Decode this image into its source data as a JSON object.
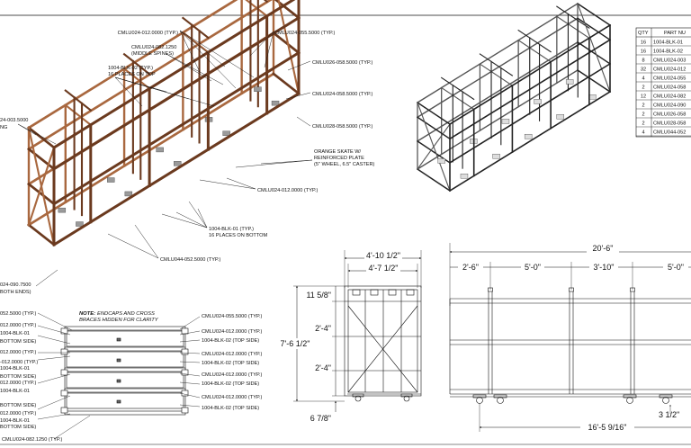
{
  "colors": {
    "frame": "#6b3a1f",
    "frame_light": "#a9683f",
    "skate": "#9a9a9a",
    "line": "#111111"
  },
  "iso_callouts": {
    "c1": "CMLU024-012.0000 (TYP.)",
    "c2": "CMLU024-055.5000 (TYP.)",
    "c3a": "CMLU024-082.1250",
    "c3b": "(MIDDLE SPINES)",
    "c4a": "1004-BLK-02 (TYP.)",
    "c4b": "16 PLACES ON TOP",
    "c5": "CMLU026-058.5000 (TYP.)",
    "c6": "CMLU024-058.5000 (TYP.)",
    "c7": "CMLU028-058.5000 (TYP.)",
    "c8a": "24-003.5000",
    "c8b": "NG",
    "c9a": "ORANGE SKATE W/",
    "c9b": "REINFORCED PLATE",
    "c9c": "(5\" WHEEL, 6.5\" CASTER)",
    "c10": "CMLU024-012.0000 (TYP.)",
    "c11a": "1004-BLK-01 (TYP.)",
    "c11b": "16 PLACES ON BOTTOM",
    "c12": "CMLU044-052.5000 (TYP.)",
    "c13a": "024-090.7500",
    "c13b": "BOTH ENDS)"
  },
  "top_view": {
    "note_label": "NOTE:",
    "note_line1": "ENDCAPS AND CROSS",
    "note_line2": "BRACES HIDDEN FOR CLARITY",
    "left": [
      "052.5000 (TYP.)",
      "012.0000 (TYP.)",
      "1004-BLK-01",
      "BOTTOM SIDE)",
      "012.0000 (TYP.)",
      "-012.0000 (TYP.)",
      "1004-BLK-01",
      "BOTTOM SIDE)",
      "012.0000 (TYP.)",
      "1004-BLK-01",
      "BOTTOM SIDE)",
      "012.0000 (TYP.)",
      "1004-BLK-01",
      "BOTTOM SIDE)",
      "CMLU024-082.1250 (TYP.)"
    ],
    "right": [
      "CMLU024-055.5000 (TYP.)",
      "CMLU024-012.0000 (TYP.)",
      "1004-BLK-02 (TOP SIDE)",
      "CMLU024-012.0000 (TYP.)",
      "1004-BLK-02 (TOP SIDE)",
      "CMLU024-012.0000 (TYP.)",
      "1004-BLK-02 (TOP SIDE)",
      "CMLU024-012.0000 (TYP.)",
      "1004-BLK-02 (TOP SIDE)"
    ]
  },
  "end_view": {
    "width_outer": "4'-10 1/2\"",
    "width_inner": "4'-7 1/2\"",
    "top_gap": "11 5/8\"",
    "height": "7'-6 1/2\"",
    "tier1": "2'-4\"",
    "tier2": "2'-4\"",
    "bottom_gap": "6 7/8\""
  },
  "side_view": {
    "overall": "20'-6\"",
    "seg1": "2'-6\"",
    "seg2": "5'-0\"",
    "seg3": "3'-10\"",
    "seg4": "5'-0\"",
    "skate_span": "16'-5 9/16\"",
    "skate_offset": "3 1/2\""
  },
  "bom": {
    "headers": [
      "QTY",
      "PART NU"
    ],
    "rows": [
      [
        "16",
        "1004-BLK-01"
      ],
      [
        "16",
        "1004-BLK-02"
      ],
      [
        "8",
        "CMLU024-003"
      ],
      [
        "32",
        "CMLU024-012"
      ],
      [
        "4",
        "CMLU024-055"
      ],
      [
        "2",
        "CMLU024-058"
      ],
      [
        "12",
        "CMLU024-082"
      ],
      [
        "2",
        "CMLU024-090"
      ],
      [
        "2",
        "CMLU026-058"
      ],
      [
        "2",
        "CMLU028-058"
      ],
      [
        "4",
        "CMLU044-052"
      ]
    ]
  }
}
